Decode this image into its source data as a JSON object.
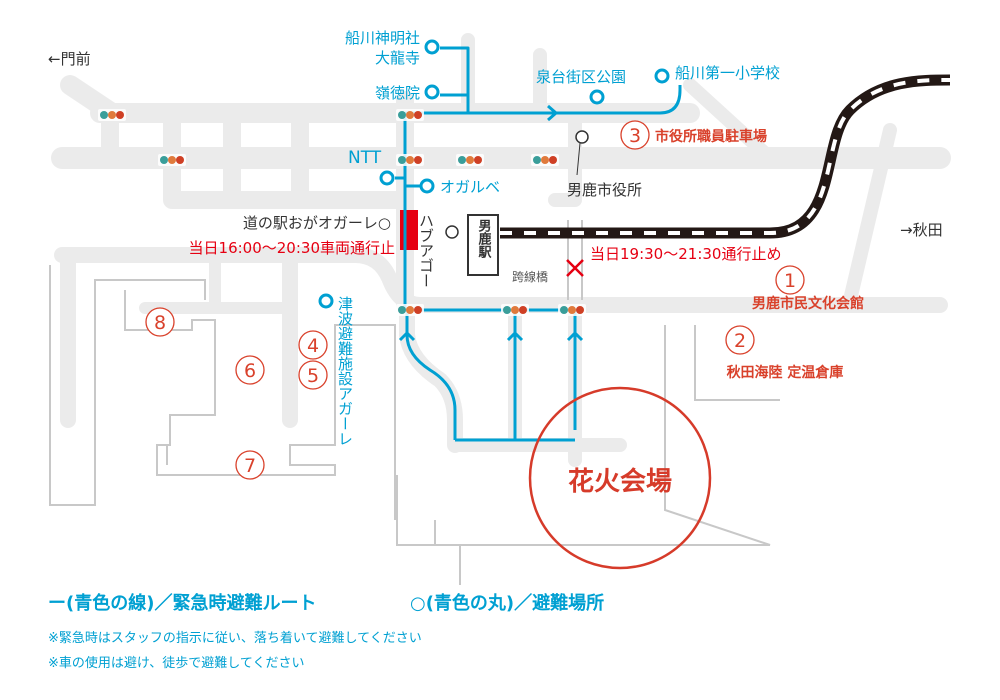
{
  "colors": {
    "route": "#00a0d2",
    "closure": "#e60012",
    "venue": "#d63b2a",
    "road": "#ebebeb",
    "rail": "#231815"
  },
  "directions": {
    "west": "←門前",
    "east": "→秋田"
  },
  "shelters": {
    "funakawa_shrine_1": "船川神明社",
    "funakawa_shrine_2": "大龍寺",
    "reitokuin": "嶺徳院",
    "izumidai_park": "泉台街区公園",
    "funakawa_school": "船川第一小学校",
    "ntt": "NTT",
    "ogarube": "オガルベ",
    "tsunami_facility": "津波避難施設アガーレ"
  },
  "landmarks": {
    "city_hall": "男鹿市役所",
    "michinoeki": "道の駅おがオガーレ○",
    "habuago": "ハブアゴー",
    "station": "男鹿駅",
    "bridge": "跨線橋",
    "venue": "花火会場"
  },
  "closures": {
    "road": "当日16:00～20:30車両通行止",
    "bridge": "当日19:30～21:30通行止め"
  },
  "parking": [
    {
      "num": "1",
      "label": "男鹿市民文化会館"
    },
    {
      "num": "2",
      "label": "秋田海陸 定温倉庫"
    },
    {
      "num": "3",
      "label": "市役所職員駐車場"
    },
    {
      "num": "4",
      "label": ""
    },
    {
      "num": "5",
      "label": ""
    },
    {
      "num": "6",
      "label": ""
    },
    {
      "num": "7",
      "label": ""
    },
    {
      "num": "8",
      "label": ""
    }
  ],
  "legend": {
    "line": "ー(青色の線)／緊急時避難ルート",
    "circle": "○(青色の丸)／避難場所"
  },
  "notes": [
    "※緊急時はスタッフの指示に従い、落ち着いて避難してください",
    "※車の使用は避け、徒歩で避難してください"
  ]
}
